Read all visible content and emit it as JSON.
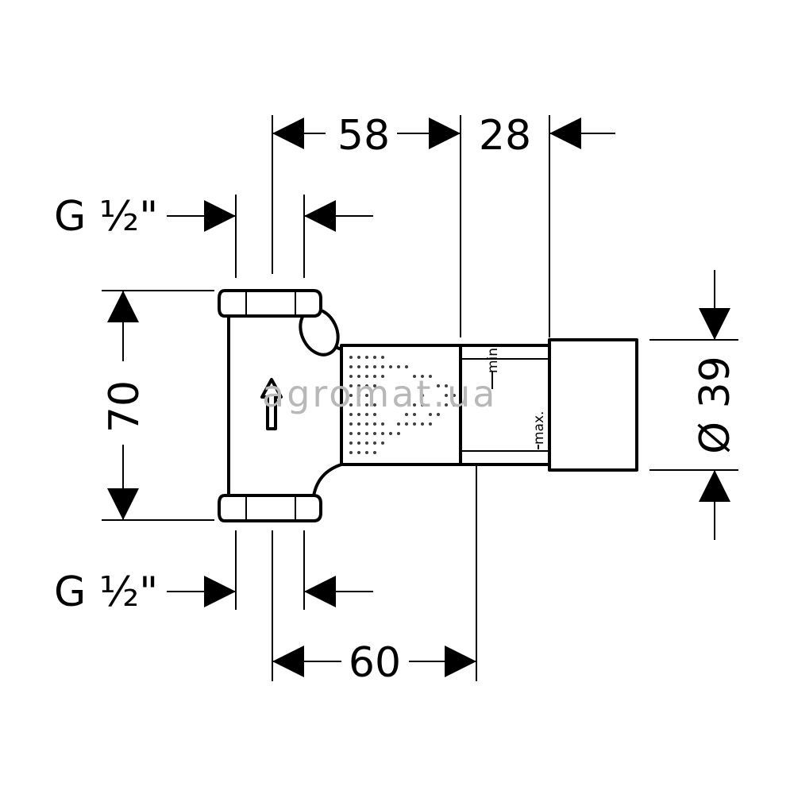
{
  "dimensions": {
    "top_left": "58",
    "top_right": "28",
    "bottom": "60",
    "height": "70",
    "diameter": "Ø 39",
    "thread_top": "G ½\"",
    "thread_bottom": "G ½\""
  },
  "labels": {
    "min": "min",
    "max": "max."
  },
  "watermark": "agromat.ua",
  "colors": {
    "line": "#000000",
    "background": "#ffffff",
    "watermark": "#b8b8b8"
  }
}
